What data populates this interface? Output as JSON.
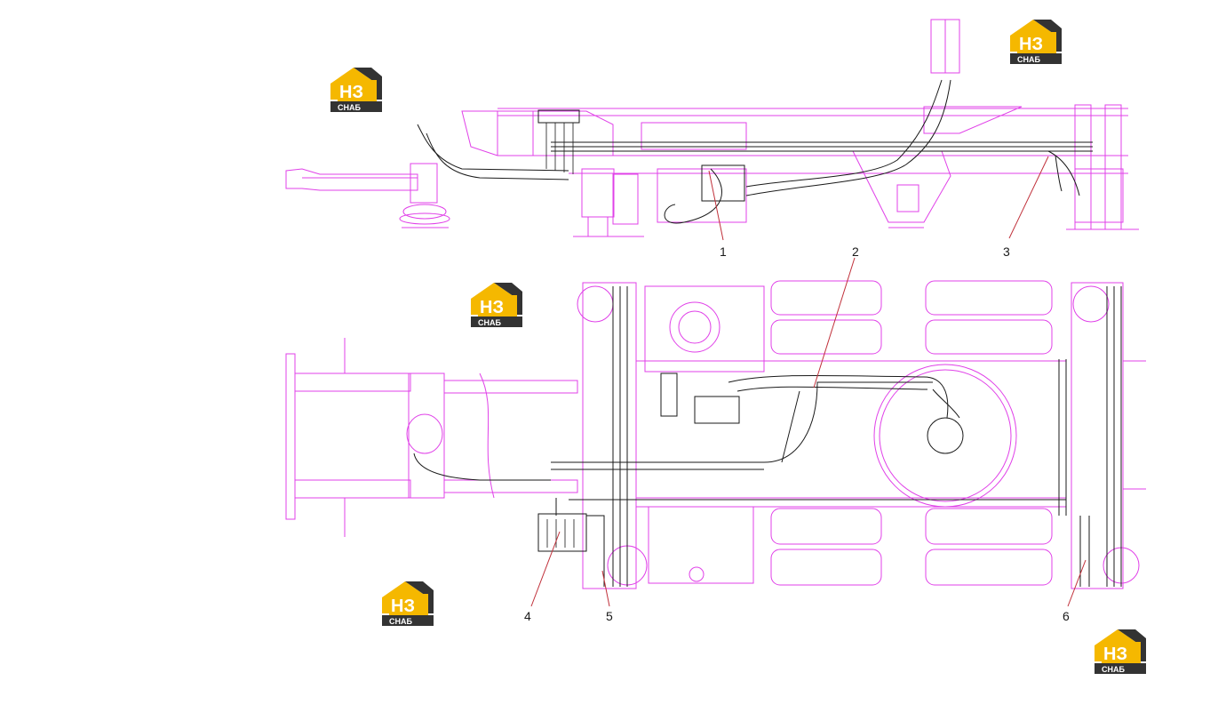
{
  "callouts": [
    "1",
    "2",
    "3",
    "4",
    "5",
    "6"
  ],
  "logo": {
    "big": "НЗ",
    "small": "СНАБ",
    "colors": {
      "yellow": "#f5b800",
      "dark": "#333333",
      "white": "#ffffff"
    }
  },
  "colors": {
    "frame": "#e040e8",
    "hose": "#1a1a1a",
    "leader": "#c0303a"
  }
}
